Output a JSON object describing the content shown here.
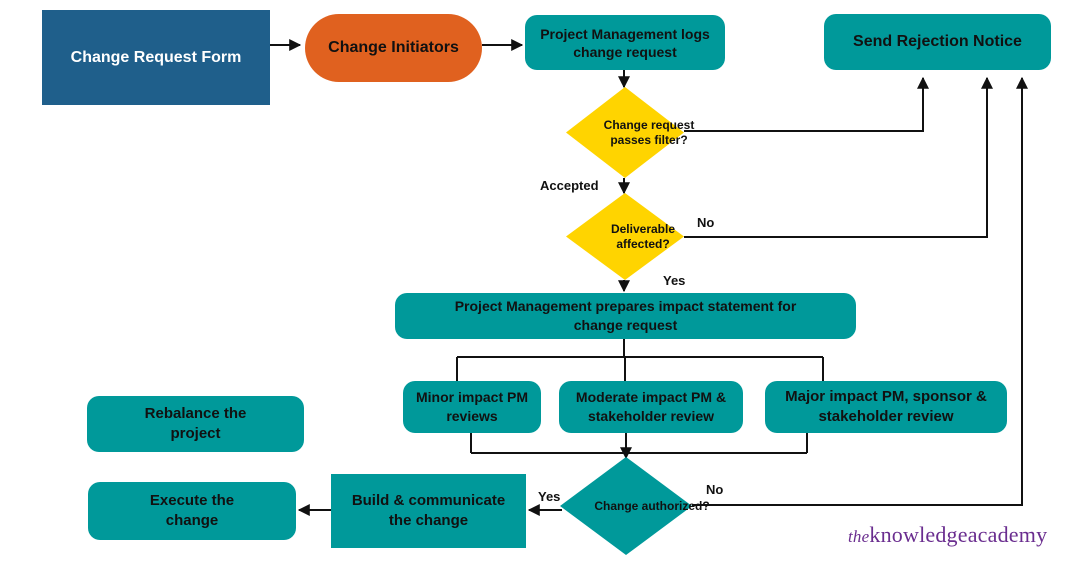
{
  "nodes": {
    "change_request_form": "Change Request Form",
    "change_initiators": "Change Initiators",
    "pm_logs": "Project Management logs change request",
    "send_rejection": "Send Rejection Notice",
    "passes_filter": "Change request passes filter?",
    "deliverable_affected": "Deliverable affected?",
    "impact_statement": "Project Management prepares impact statement for change request",
    "minor_impact": "Minor impact PM reviews",
    "moderate_impact": "Moderate impact PM & stakeholder review",
    "major_impact": "Major impact PM, sponsor & stakeholder review",
    "rebalance": "Rebalance the project",
    "change_authorized": "Change authorized?",
    "build_communicate": "Build & communicate the change",
    "execute": "Execute the change"
  },
  "edge_labels": {
    "accepted": "Accepted",
    "no_deliverable": "No",
    "yes_deliverable": "Yes",
    "yes_authorized": "Yes",
    "no_authorized": "No"
  },
  "logo": {
    "prefix": "the",
    "name": "knowledgeacademy"
  },
  "colors": {
    "navy": "#1f5f8b",
    "orange": "#e0611f",
    "teal": "#00999a",
    "yellow": "#ffd400",
    "logo_purple": "#6a2d8f"
  }
}
